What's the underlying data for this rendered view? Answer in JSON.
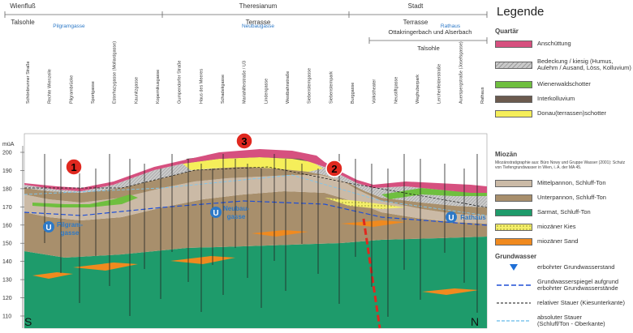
{
  "regions": [
    {
      "name": "Wienfluß Talsohle",
      "line1": "Wienfluß",
      "line2": "Talsohle"
    },
    {
      "name": "Theresianum Terrasse",
      "line1": "Theresianum",
      "line2": "Terrasse"
    },
    {
      "name": "Stadt Terrasse",
      "line1": "Stadt",
      "line2": "Terrasse"
    },
    {
      "name": "Ottakringerbach und Alserbach Talsohle",
      "line1": "Ottakringerbach und Alserbach",
      "line2": "Talsohle"
    }
  ],
  "streets_blue": [
    "Pilgramgasse",
    "Neubaugasse",
    "Rathaus"
  ],
  "top_streets": [
    "Schönbrunner Straße",
    "Rechte Wienzeile",
    "Pilgrambrücke",
    "Sportgasse",
    "Esterhazygasse (Mollardgasse)",
    "Kaunitzgasse",
    "Kopernikusgasse",
    "Gumpendorfer Straße",
    "Haus des Meeres",
    "Schadekgasse",
    "Mariahilferstraße / U3",
    "Lindengasse",
    "Westbahnstraße",
    "Siebensterngasse",
    "Siebensternpark",
    "Burggasse",
    "Volkstheater",
    "Neustiftgasse",
    "Weghuberpark",
    "Lerchenfelderstraße",
    "Auerspergstraße (Josefsgasse)",
    "Rathaus"
  ],
  "yaxis": {
    "unit": "müA",
    "ticks": [
      200,
      190,
      180,
      170,
      160,
      150,
      140,
      130,
      120,
      110
    ]
  },
  "markers": [
    "1",
    "2",
    "3"
  ],
  "stations": [
    {
      "label": "Pilgram-gasse",
      "line1": "Pilgram-",
      "line2": "gasse",
      "symbol": "U"
    },
    {
      "label": "Neubau-gasse",
      "line1": "Neubau-",
      "line2": "gasse",
      "symbol": "U"
    },
    {
      "label": "Rathaus",
      "line1": "Rathaus",
      "line2": "",
      "symbol": "U"
    }
  ],
  "direction": {
    "south": "S",
    "north": "N"
  },
  "legend": {
    "title": "Legende",
    "quartaer_title": "Quartär",
    "quartaer": [
      {
        "label": "Anschüttung",
        "color": "#d6507f"
      },
      {
        "label": "Bedeckung / kiesig (Humus, Aulehm / Ausand, Löss, Kolluvium)",
        "line1": "Bedeckung / kiesig (Humus,",
        "line2": "Aulehm / Ausand, Löss, Kolluvium)",
        "color": "#c9c9c9"
      },
      {
        "label": "Wienerwaldschotter",
        "color": "#6fbf3f"
      },
      {
        "label": "Interkolluvium",
        "color": "#6b5a4e"
      },
      {
        "label": "Donau(terrassen)schotter",
        "color": "#f5ee5a"
      }
    ],
    "miozaen_title": "Miozän",
    "miozaen_note": "Miozänstratigraphie aus: Büro Nowy und Gruppe Wasser (2001): Schutz von Tiefengrundwasser in Wien, i. A. der MA 45.",
    "miozaen": [
      {
        "label": "Mittelpannon, Schluff-Ton",
        "color": "#cbbaa6"
      },
      {
        "label": "Unterpannon, Schluff-Ton",
        "color": "#a88f6c"
      },
      {
        "label": "Sarmat, Schluff-Ton",
        "color": "#1e9b6b"
      },
      {
        "label": "miozäner Kies",
        "color": "#f4ef6a"
      },
      {
        "label": "miozäner Sand",
        "color": "#f08a1f"
      }
    ],
    "grundwasser_title": "Grundwasser",
    "grundwasser": [
      {
        "label": "erbohrter Grundwasserstand",
        "symbol": "triangle"
      },
      {
        "label": "Grundwasserspiegel aufgrund erbohrter Grundwasserstände",
        "line1": "Grundwasserspiegel aufgrund",
        "line2": "erbohrter Grundwasserstände",
        "symbol": "blue-dash"
      },
      {
        "label": "relativer Stauer (Kiesunterkante)",
        "symbol": "black-dash"
      },
      {
        "label": "absoluter Stauer (Schluff/Ton - Oberkante)",
        "line1": "absoluter Stauer",
        "line2": "(Schluff/Ton - Oberkante)",
        "symbol": "lightblue-dash"
      }
    ]
  }
}
